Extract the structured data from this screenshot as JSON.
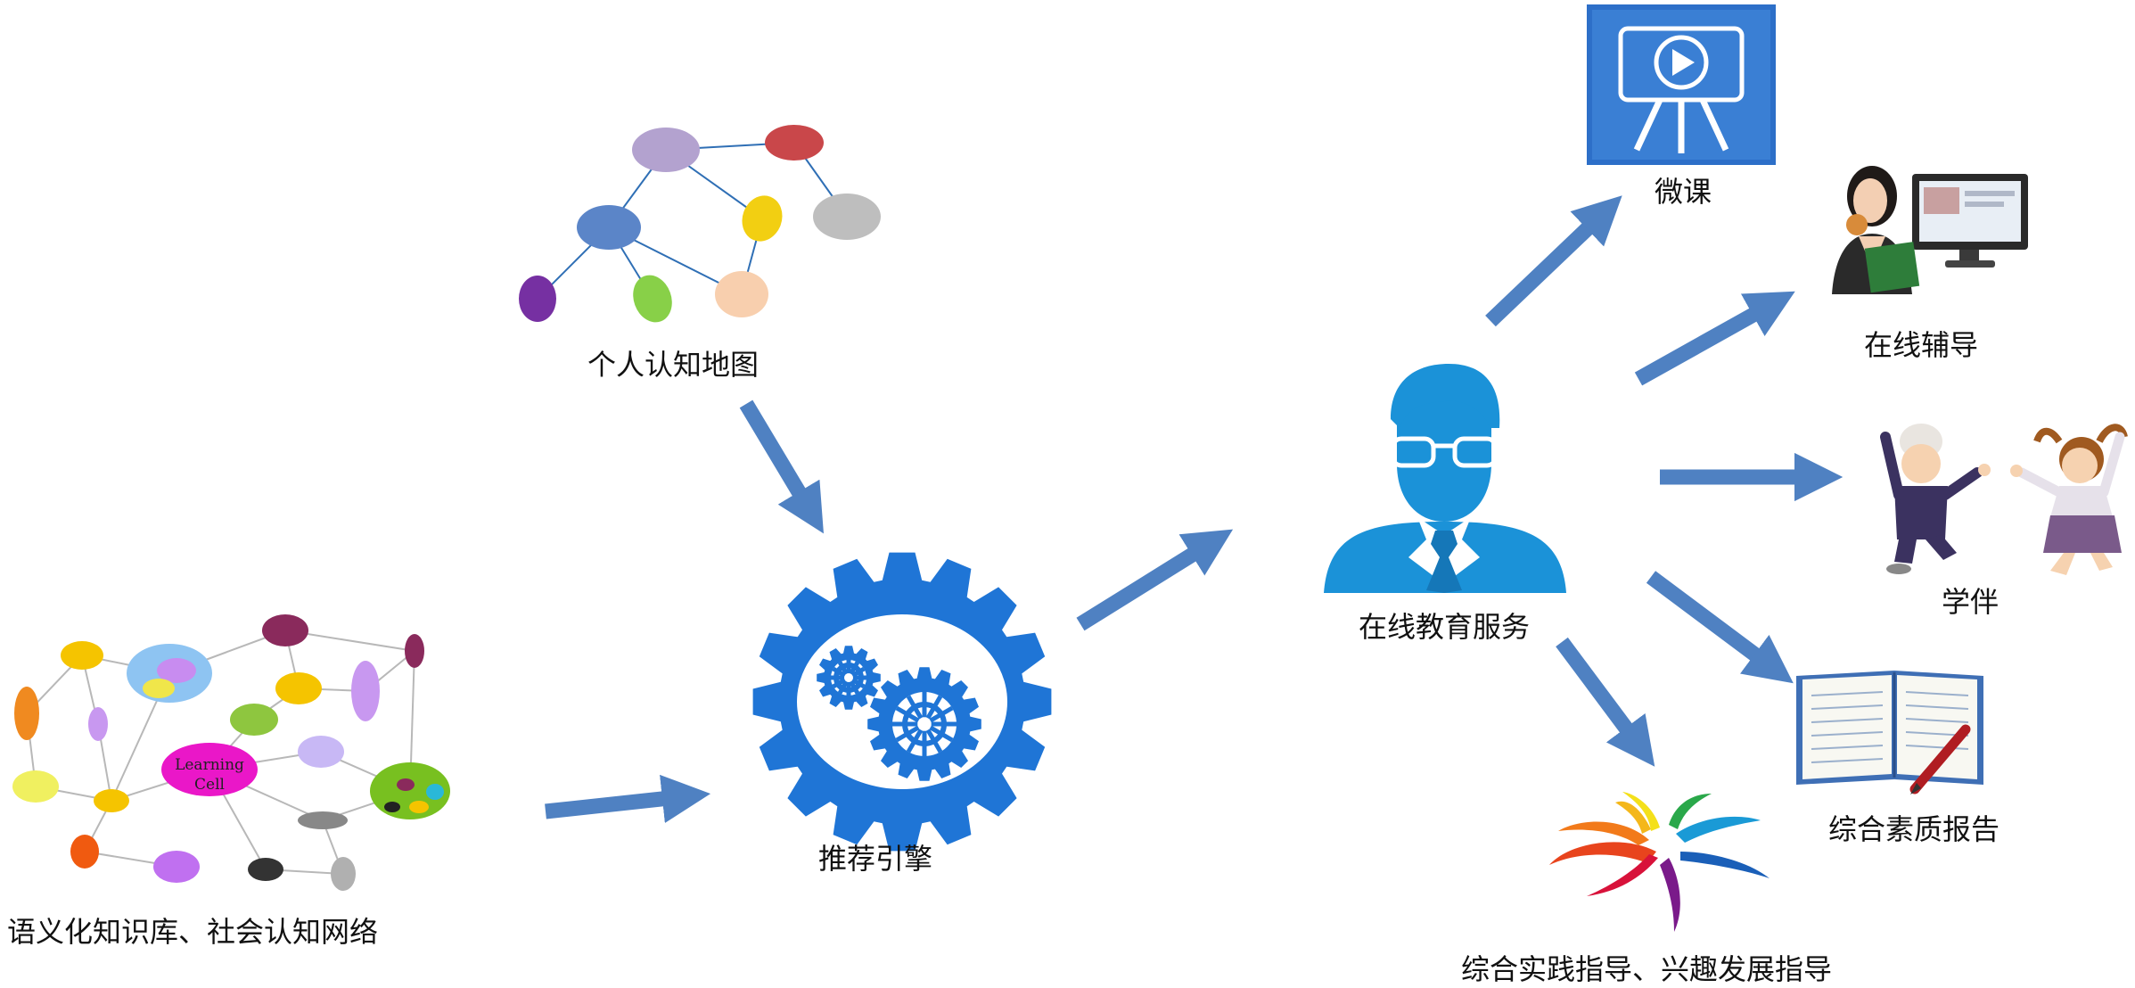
{
  "colors": {
    "arrow": "#4f81c2",
    "engine_gear": "#1f75d6",
    "person": "#1b92d8",
    "panel_blue": "#2d6fc8"
  },
  "labels": {
    "knowledge_base": "语义化知识库、社会认知网络",
    "cognitive_map": "个人认知地图",
    "engine": "推荐引擎",
    "service": "在线教育服务",
    "micro_course": "微课",
    "tutoring": "在线辅导",
    "companion": "学伴",
    "quality_report": "综合素质报告",
    "practice_guidance": "综合实践指导、兴趣发展指导"
  },
  "learning_cell_text": [
    "Learning",
    "Cell"
  ],
  "icons": {
    "knowledge_base": "network-graph-icon",
    "cognitive_map": "concept-map-icon",
    "engine": "gears-icon",
    "service": "teacher-avatar-icon",
    "micro_course": "video-presentation-icon",
    "tutoring": "online-tutor-icon",
    "companion": "study-buddy-kids-icon",
    "quality_report": "open-notebook-icon",
    "practice_guidance": "colorful-starburst-icon"
  }
}
